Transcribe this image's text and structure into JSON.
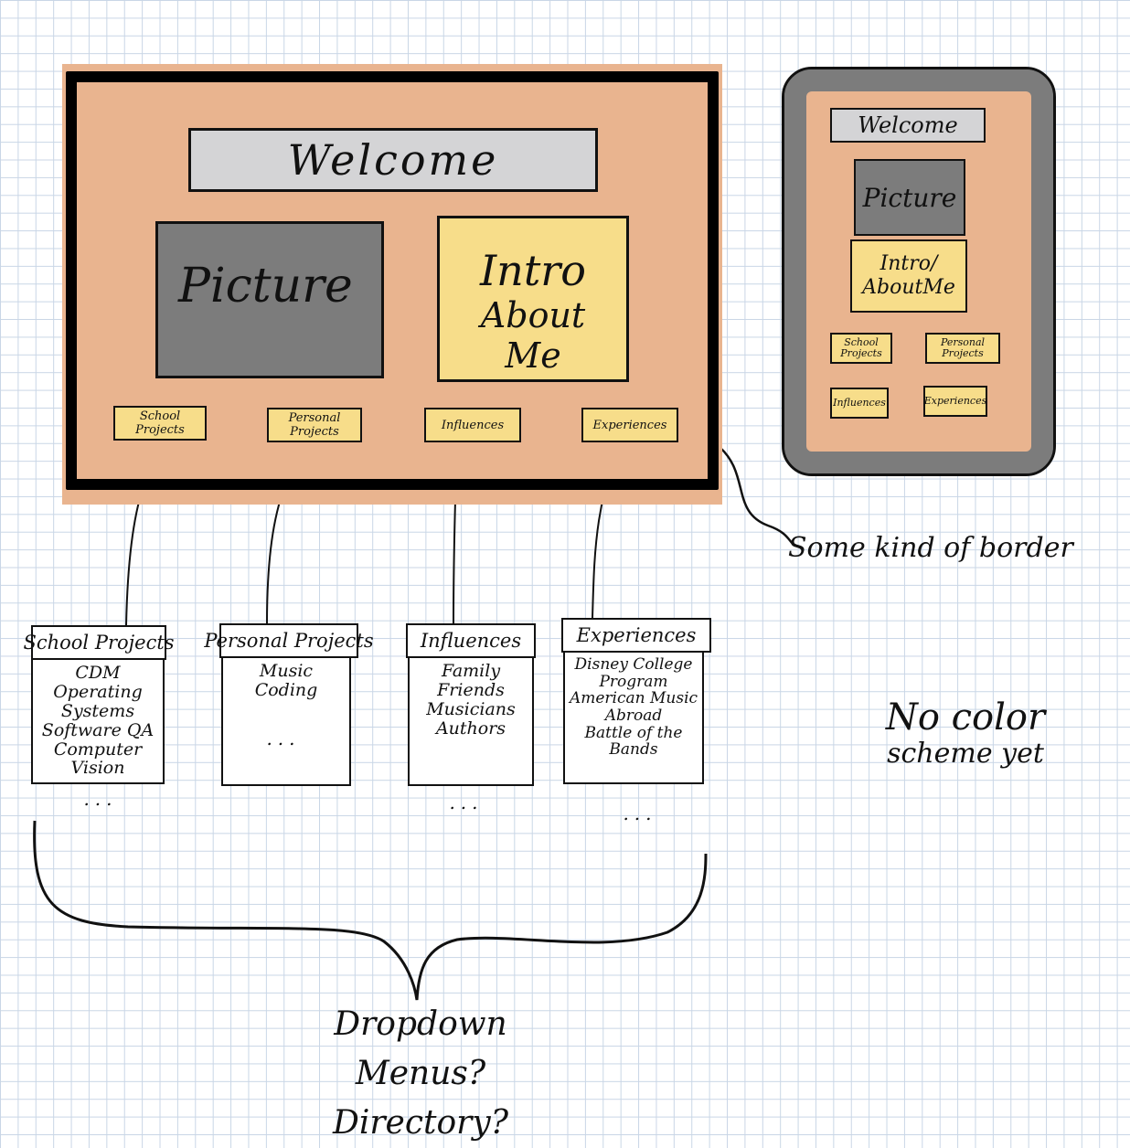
{
  "colors": {
    "skin": "#e9b48f",
    "dark_gray": "#7c7c7c",
    "light_gray": "#d4d4d6",
    "yellow": "#f7dd8a",
    "ink": "#111111"
  },
  "desktop": {
    "welcome": "Welcome",
    "picture": "Picture",
    "intro_line1": "Intro",
    "intro_line2": "About Me",
    "nav": [
      "School Projects",
      "Personal Projects",
      "Influences",
      "Experiences"
    ]
  },
  "mobile": {
    "welcome": "Welcome",
    "picture": "Picture",
    "intro_line1": "Intro/",
    "intro_line2": "AboutMe",
    "nav": [
      "School Projects",
      "Personal Projects",
      "Influences",
      "Experiences"
    ]
  },
  "dropdowns": [
    {
      "title": "School Projects",
      "items": [
        "CDM",
        "Operating Systems",
        "Software QA",
        "Computer Vision"
      ],
      "more": "..."
    },
    {
      "title": "Personal Projects",
      "items": [
        "Music",
        "Coding"
      ],
      "more": "..."
    },
    {
      "title": "Influences",
      "items": [
        "Family",
        "Friends",
        "Musicians",
        "Authors"
      ],
      "more": "..."
    },
    {
      "title": "Experiences",
      "items": [
        "Disney College Program",
        "American Music Abroad",
        "Battle of the Bands"
      ],
      "more": "..."
    }
  ],
  "annotations": {
    "border_note": "Some kind of border",
    "color_note_line1": "No color",
    "color_note_line2": "scheme yet",
    "dropdown_note_line1": "Dropdown Menus?",
    "dropdown_note_line2": "Directory?"
  }
}
